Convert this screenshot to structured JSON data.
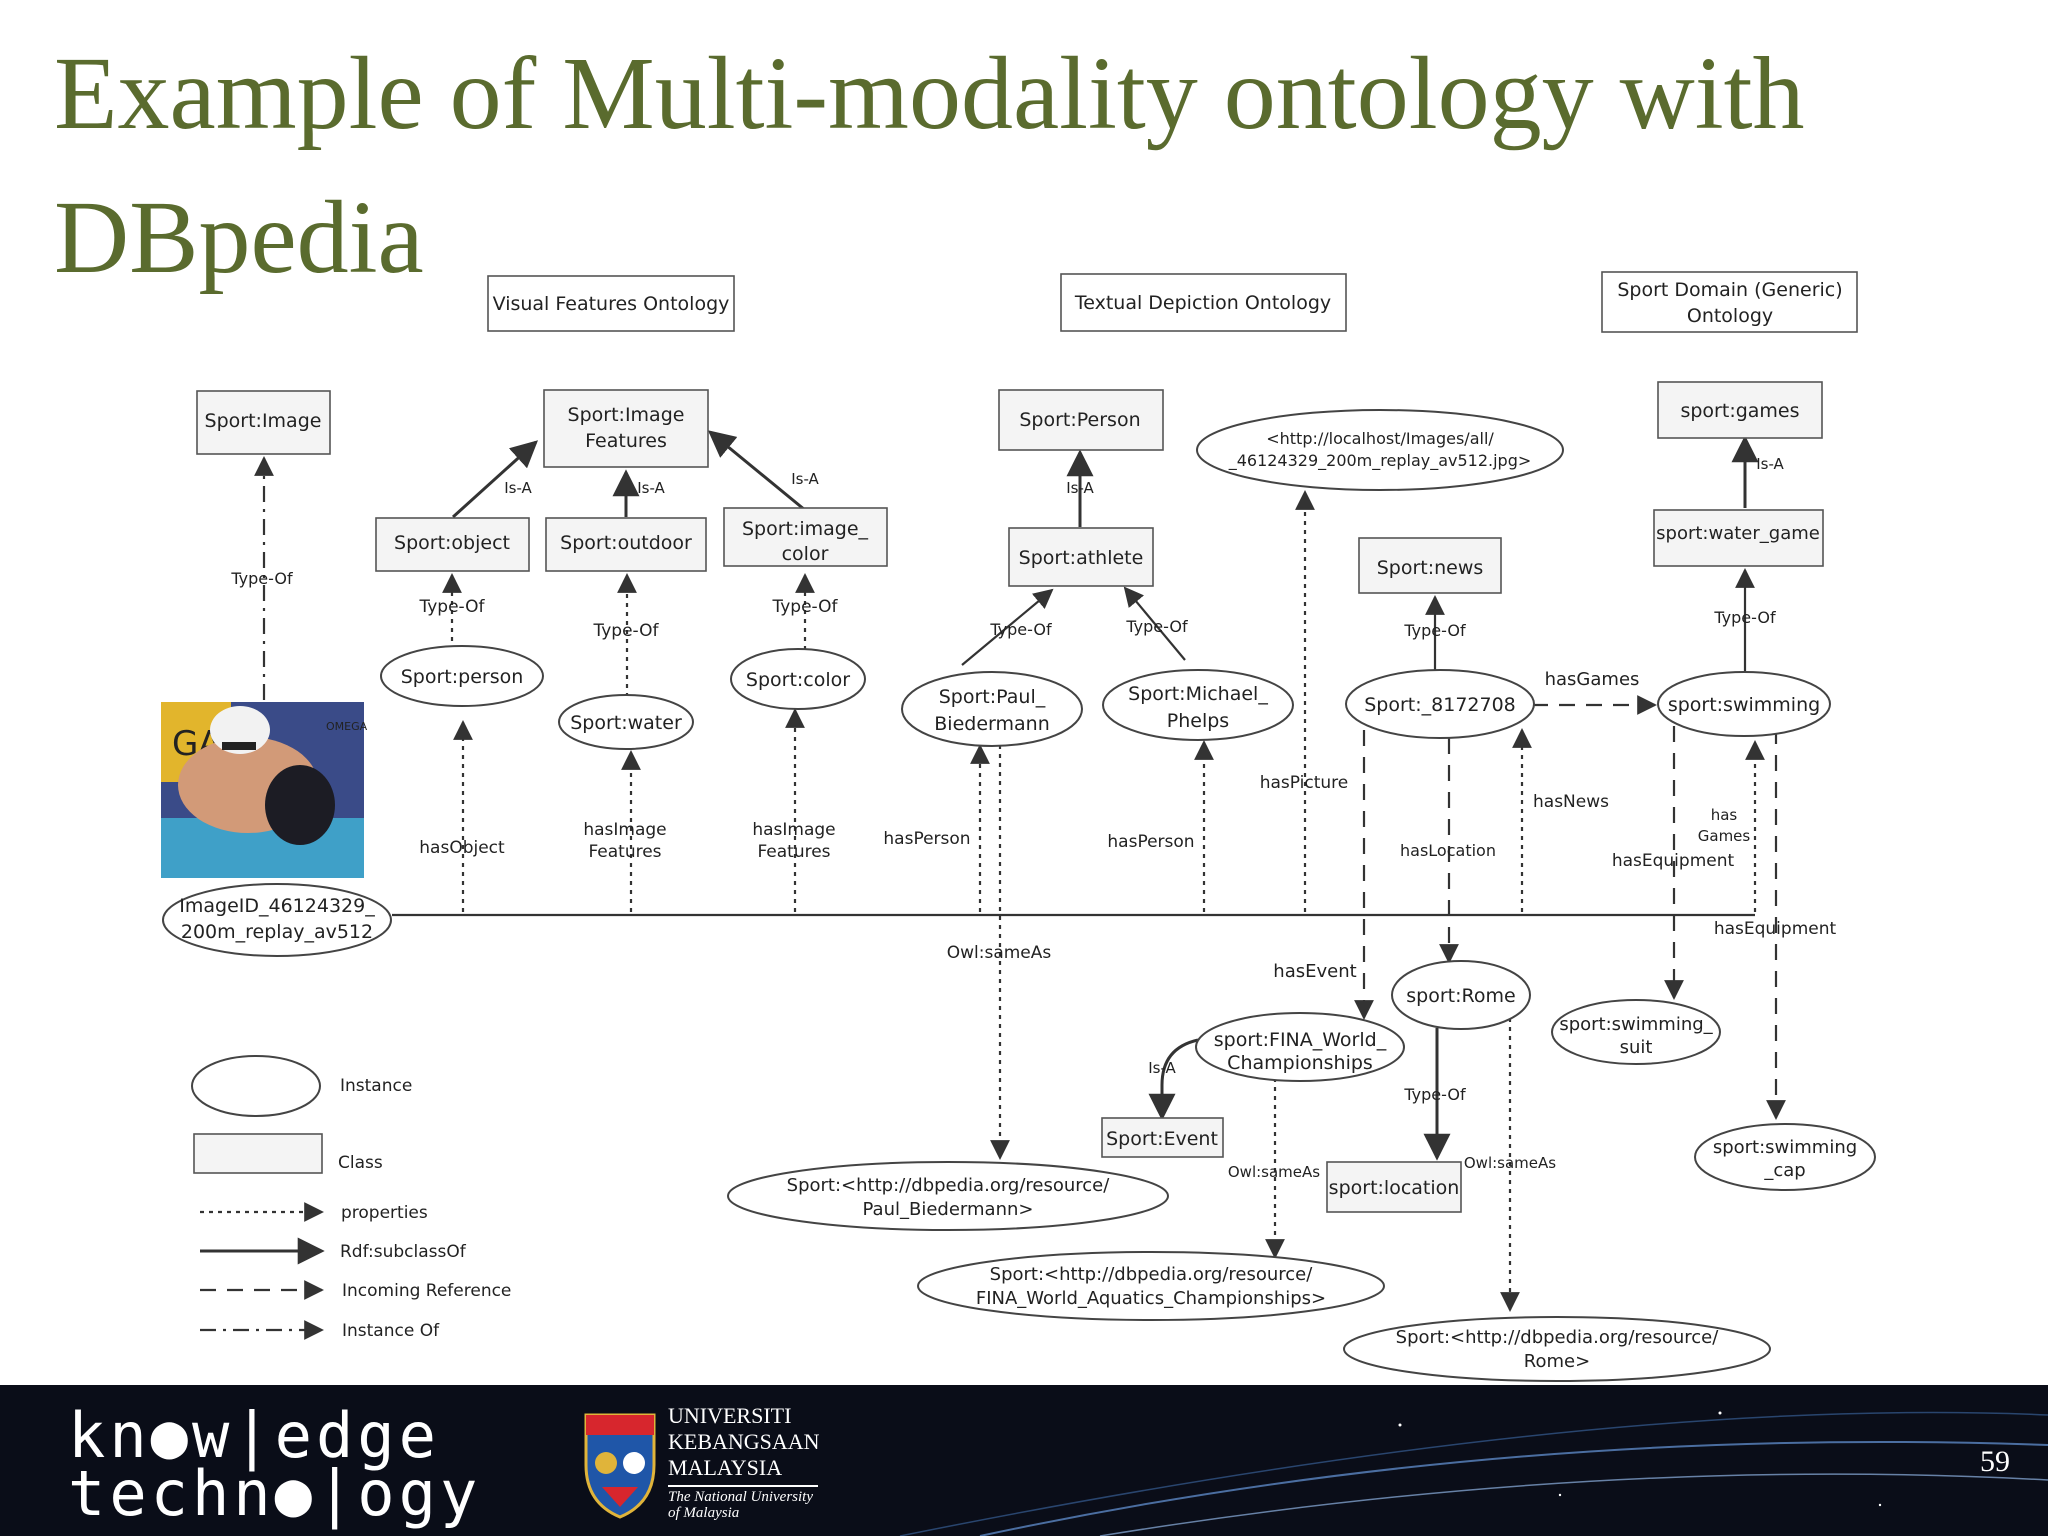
{
  "slide": {
    "title": "Example of Multi-modality ontology with DBpedia",
    "page_number": "59"
  },
  "diagram": {
    "headers": {
      "visual": "Visual Features Ontology",
      "textual": "Textual Depiction Ontology",
      "sport_domain_1": "Sport Domain (Generic)",
      "sport_domain_2": "Ontology"
    },
    "classes": {
      "image": "Sport:Image",
      "image_features_1": "Sport:Image",
      "image_features_2": "Features",
      "object": "Sport:object",
      "outdoor": "Sport:outdoor",
      "image_color_1": "Sport:image_",
      "image_color_2": "color",
      "person": "Sport:Person",
      "athlete": "Sport:athlete",
      "news": "Sport:news",
      "games": "sport:games",
      "water_game": "sport:water_game",
      "event": "Sport:Event",
      "location": "sport:location"
    },
    "instances": {
      "person": "Sport:person",
      "water": "Sport:water",
      "color": "Sport:color",
      "paul_1": "Sport:Paul_",
      "paul_2": "Biedermann",
      "michael_1": "Sport:Michael_",
      "michael_2": "Phelps",
      "news_id": "Sport:_8172708",
      "swimming": "sport:swimming",
      "url_1": "<http://localhost/Images/all/",
      "url_2": "_46124329_200m_replay_av512.jpg>",
      "image_id_1": "ImageID_46124329_",
      "image_id_2": "200m_replay_av512",
      "rome": "sport:Rome",
      "fina_1": "sport:FINA_World_",
      "fina_2": "Championships",
      "suit_1": "sport:swimming_",
      "suit_2": "suit",
      "cap_1": "sport:swimming",
      "cap_2": "_cap",
      "dbp_paul_1": "Sport:<http://dbpedia.org/resource/",
      "dbp_paul_2": "Paul_Biedermann>",
      "dbp_fina_1": "Sport:<http://dbpedia.org/resource/",
      "dbp_fina_2": "FINA_World_Aquatics_Championships>",
      "dbp_rome_1": "Sport:<http://dbpedia.org/resource/",
      "dbp_rome_2": "Rome>"
    },
    "edge_labels": {
      "type_of": "Type-Of",
      "is_a": "Is-A",
      "has_object": "hasObject",
      "has_image_1": "hasImage",
      "has_image_2": "Features",
      "has_person": "hasPerson",
      "has_picture": "hasPicture",
      "has_location": "hasLocation",
      "has_news": "hasNews",
      "has_games": "hasGames",
      "has_1": "has",
      "games_2": "Games",
      "has_equipment": "hasEquipment",
      "has_event": "hasEvent",
      "owl_same_as": "Owl:sameAs"
    },
    "photo_overlay": {
      "banner_text": "GA",
      "side_text": "OMEGA"
    },
    "legend": {
      "instance": "Instance",
      "class": "Class",
      "properties": "properties",
      "subclass": "Rdf:subclassOf",
      "incoming": "Incoming Reference",
      "instance_of": "Instance Of"
    }
  },
  "footer": {
    "logo_line_1": "kn●w|edge",
    "logo_line_2": "techn●|ogy",
    "university_1": "UNIVERSITI",
    "university_2": "KEBANGSAAN",
    "university_3": "MALAYSIA",
    "university_4": "The National University",
    "university_5": "of Malaysia"
  },
  "colors": {
    "title": "#5a6b2e",
    "footer_background": "#0a0d18"
  }
}
